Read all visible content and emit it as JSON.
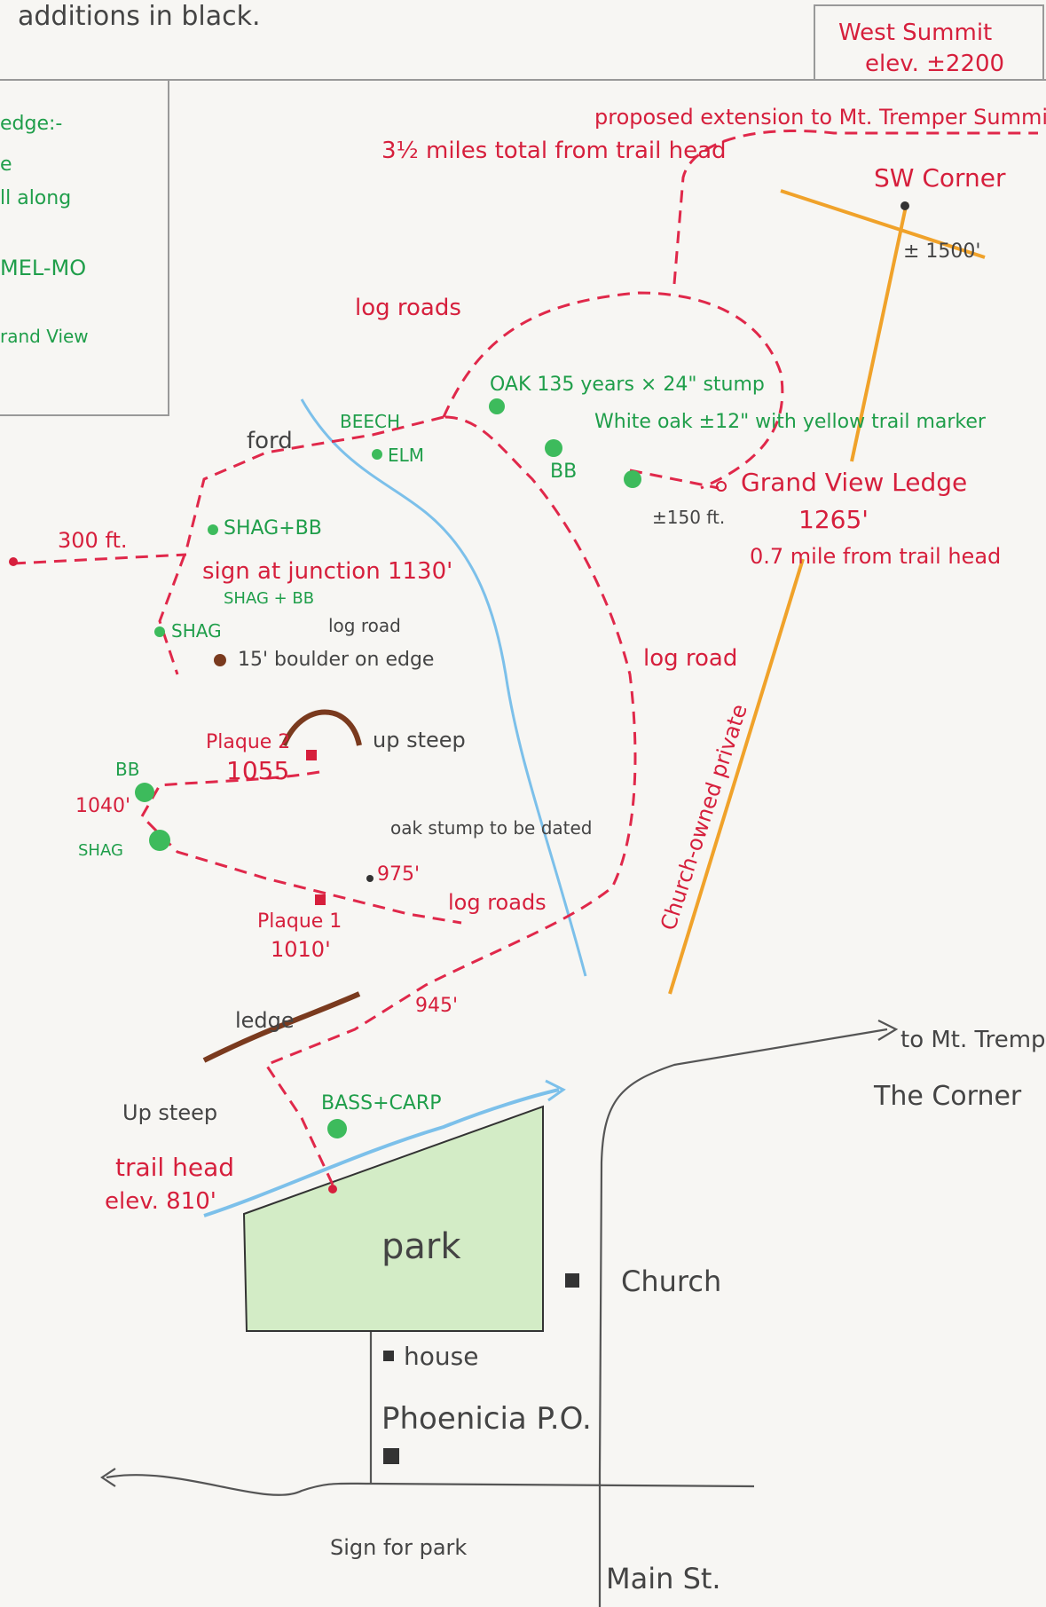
{
  "header": {
    "top_note": "additions in black."
  },
  "legend": {
    "lines": [
      "edge:-",
      "e",
      "ll along",
      "MEL-MO",
      "rand View"
    ]
  },
  "summit": {
    "title": "West Summit",
    "elevation": "elev. ±2200",
    "proposed": "proposed extension to Mt. Tremper Summit",
    "corner": "SW Corner",
    "corner_elev": "± 1500'"
  },
  "trail_info": {
    "total": "3½ miles total from trail head",
    "grand_view": "Grand View Ledge",
    "grand_view_elev": "1265'",
    "grand_view_dist": "0.7 mile from trail head",
    "dist_150": "±150 ft.",
    "dist_300": "300 ft."
  },
  "roads": {
    "log_road_a": "log roads",
    "log_road_b": "log road",
    "log_road_c": "log road",
    "log_road_d": "log roads",
    "ford": "ford"
  },
  "trees": {
    "oak": "OAK 135 years × 24\" stump",
    "white_oak": "White oak ±12\" with yellow trail marker",
    "beech": "BEECH",
    "elm": "ELM",
    "bb1": "BB",
    "shag_bb1": "SHAG+BB",
    "shag_bb2": "SHAG + BB",
    "shag1": "SHAG",
    "bb2": "BB",
    "shag2": "SHAG",
    "bass_carp": "BASS+CARP"
  },
  "points": {
    "sign_junction": "sign at junction 1130'",
    "boulder": "15' boulder on edge",
    "plaque2": "Plaque 2",
    "plaque2_elev": "1055",
    "up_steep1": "up steep",
    "elev_1040": "1040'",
    "oak_stump": "oak stump to be dated",
    "elev_975": "975'",
    "plaque1": "Plaque 1",
    "plaque1_elev": "1010'",
    "elev_945": "945'",
    "ledge": "ledge",
    "up_steep2": "Up steep",
    "trail_head": "trail head",
    "trail_head_elev": "elev. 810'"
  },
  "town": {
    "park": "park",
    "church": "Church",
    "house": "house",
    "po": "Phoenicia P.O.",
    "sign_park": "Sign for park",
    "main_st": "Main St.",
    "to_tremper": "to Mt. Tremper",
    "the_corner": "The Corner",
    "private": "Church-owned private"
  },
  "colors": {
    "trail": "#e0284a",
    "tree": "#1f9e4a",
    "stream": "#7cc0ea",
    "boundary": "#f0a22a",
    "ledge": "#7a3a1e"
  }
}
